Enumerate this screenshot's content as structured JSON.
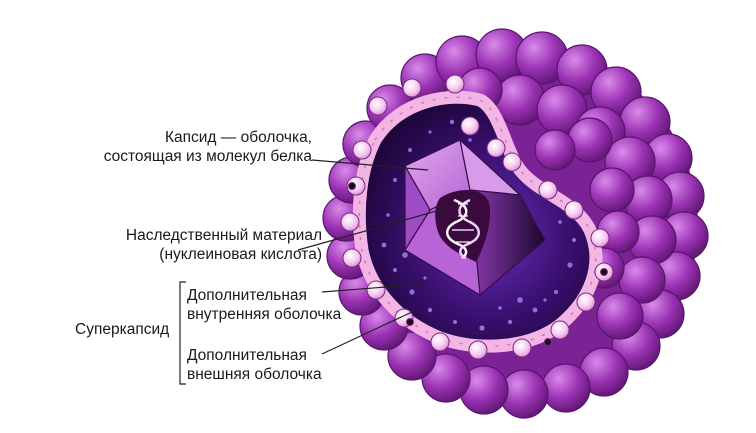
{
  "labels": {
    "capsid": [
      "Капсид — оболочка,",
      "состоящая из молекул белка"
    ],
    "genetic": [
      "Наследственный материал",
      "(нуклеиновая кислота)"
    ],
    "inner": [
      "Дополнительная",
      "внутренняя оболочка"
    ],
    "supercapsid": "Суперкапсид",
    "outer": [
      "Дополнительная",
      "внешняя оболочка"
    ]
  },
  "colors": {
    "outer_bubble": "#9b32b4",
    "outer_bubble_dark": "#6c1c86",
    "membrane": "#f2b5e4",
    "interior": "#2a0a4a",
    "capsid_light": "#c77be0",
    "capsid_dark": "#5e1a78",
    "dna": "#ffffff",
    "line": "#222222"
  }
}
